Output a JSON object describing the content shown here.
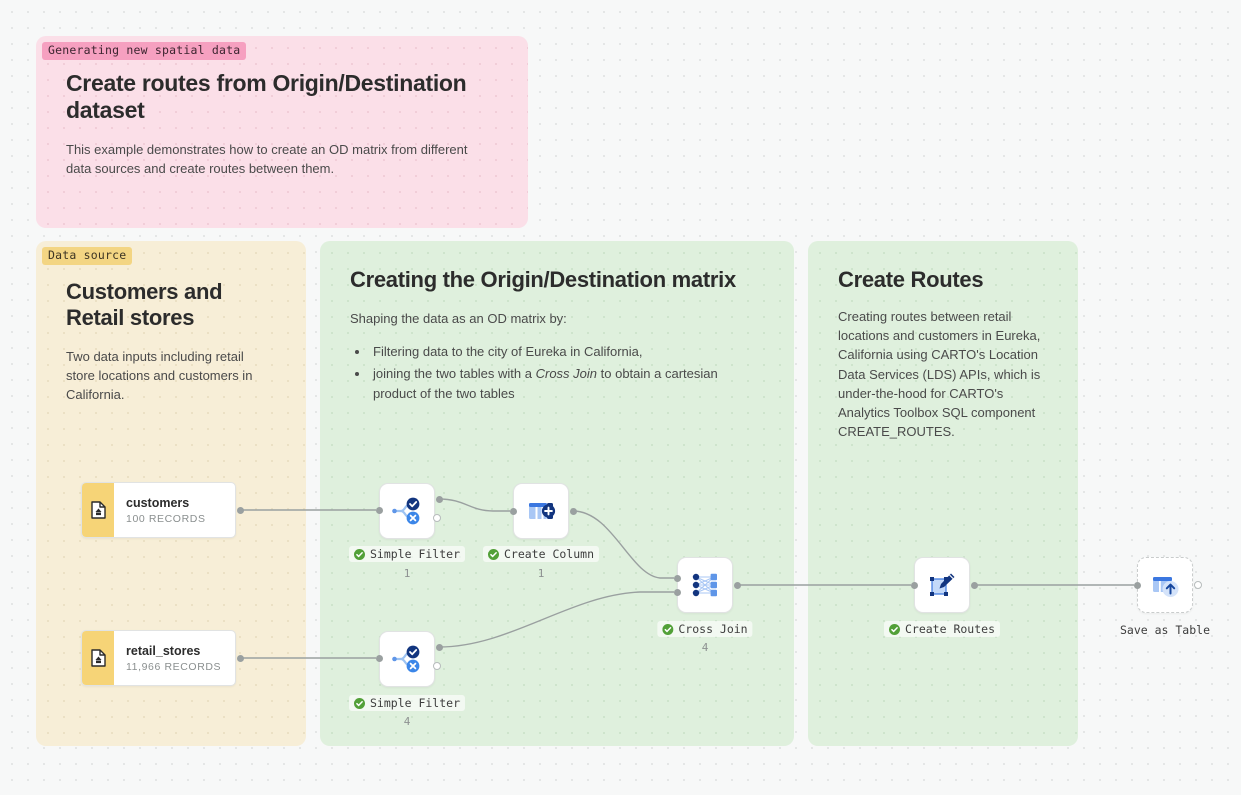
{
  "canvas": {
    "background_color": "#f7f8f8",
    "dot_color": "#e3e5e5"
  },
  "panels": {
    "hero": {
      "badge": "Generating new spatial data",
      "badge_color": "#f6a0c0",
      "background_color": "#fbdfe8",
      "title": "Create routes from Origin/Destination dataset",
      "body": "This example demonstrates how to create an OD matrix from different data sources and create routes between them."
    },
    "data_source": {
      "badge": "Data source",
      "badge_color": "#f3d583",
      "background_color": "#f7eed7",
      "title": "Customers and Retail stores",
      "body": "Two data inputs including retail store locations and customers in California."
    },
    "od_matrix": {
      "background_color": "#dff0dd",
      "title": "Creating the Origin/Destination matrix",
      "body": "Shaping the data as an OD matrix by:",
      "bullets": [
        {
          "pre": "Filtering data to the city of Eureka in California,",
          "em": "",
          "post": ""
        },
        {
          "pre": "joining the two tables with a ",
          "em": "Cross Join",
          "post": " to obtain a cartesian product of the two tables"
        }
      ]
    },
    "routes": {
      "background_color": "#dff0dd",
      "title": "Create Routes",
      "body": "Creating routes between retail locations and customers in Eureka, California using CARTO's Location Data Services (LDS) APIs, which is under-the-hood for CARTO's Analytics Toolbox SQL component CREATE_ROUTES."
    }
  },
  "sources": [
    {
      "name": "customers",
      "records": "100 RECORDS",
      "icon": "table-source-icon"
    },
    {
      "name": "retail_stores",
      "records": "11,966 RECORDS",
      "icon": "table-source-icon"
    }
  ],
  "nodes": [
    {
      "id": "filter1",
      "label": "Simple Filter",
      "count": "1",
      "status": "success",
      "icon": "simple-filter-icon"
    },
    {
      "id": "column",
      "label": "Create Column",
      "count": "1",
      "status": "success",
      "icon": "create-column-icon"
    },
    {
      "id": "join",
      "label": "Cross Join",
      "count": "4",
      "status": "success",
      "icon": "cross-join-icon"
    },
    {
      "id": "filter2",
      "label": "Simple Filter",
      "count": "4",
      "status": "success",
      "icon": "simple-filter-icon"
    },
    {
      "id": "routes",
      "label": "Create Routes",
      "count": "",
      "status": "success",
      "icon": "create-routes-icon"
    },
    {
      "id": "save",
      "label": "Save as Table",
      "count": "",
      "status": "pending",
      "icon": "save-as-table-icon"
    }
  ],
  "colors": {
    "node_blue_dark": "#1a4fa0",
    "node_blue_mid": "#3b77e0",
    "node_blue_light": "#a9c7f5",
    "status_green": "#52a038",
    "edge_gray": "#9aa0a0"
  }
}
